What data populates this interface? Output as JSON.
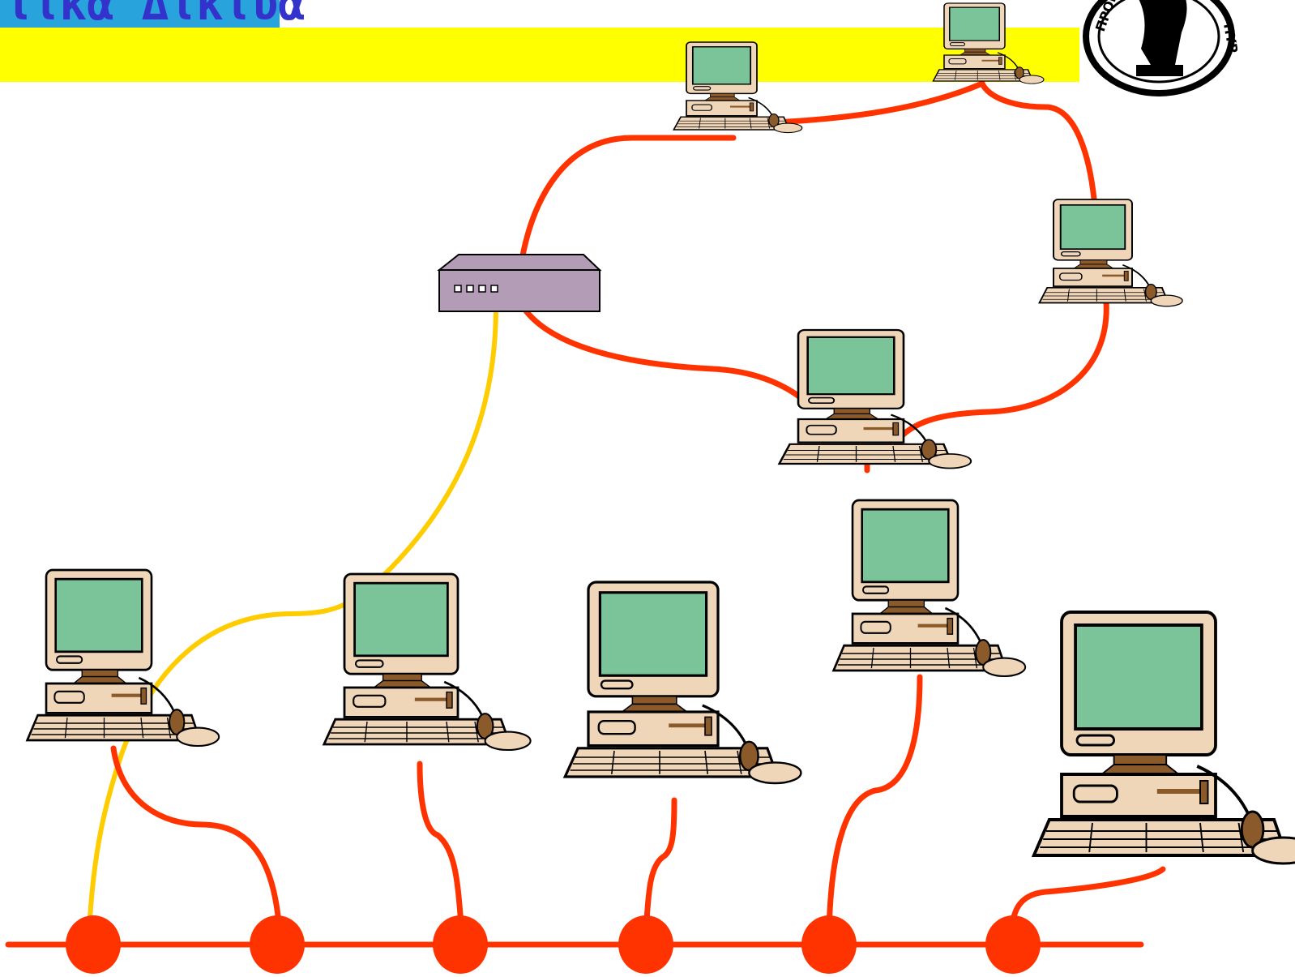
{
  "slide": {
    "title": "τικά Δίκτυα",
    "colors": {
      "title_text": "#3333cc",
      "title_bar_blue": "#29a3dc",
      "title_bar_yellow": "#ffff00",
      "cable_red": "#ff3300",
      "cable_yellow": "#ffcc00",
      "hub_fill": "#b39cb5",
      "monitor_case": "#f0d6b8",
      "screen": "#7bc49a"
    }
  },
  "logo": {
    "icon": "university-seal-icon",
    "lettering": [
      "ΠΡΟΜΗ",
      "ΠΥΡ"
    ]
  },
  "diagram": {
    "hub": {
      "icon": "network-hub-icon",
      "ports": 4
    },
    "computers": [
      {
        "id": "pc-top-left",
        "icon": "desktop-computer-icon"
      },
      {
        "id": "pc-top-right",
        "icon": "desktop-computer-icon"
      },
      {
        "id": "pc-right",
        "icon": "desktop-computer-icon"
      },
      {
        "id": "pc-center",
        "icon": "desktop-computer-icon"
      },
      {
        "id": "pc-bottom-1",
        "icon": "desktop-computer-icon"
      },
      {
        "id": "pc-bottom-2",
        "icon": "desktop-computer-icon"
      },
      {
        "id": "pc-bottom-3",
        "icon": "desktop-computer-icon"
      },
      {
        "id": "pc-bottom-4",
        "icon": "desktop-computer-icon"
      },
      {
        "id": "pc-bottom-5",
        "icon": "desktop-computer-icon"
      }
    ],
    "bus": {
      "icon": "bus-backbone-line",
      "taps": 6
    }
  }
}
